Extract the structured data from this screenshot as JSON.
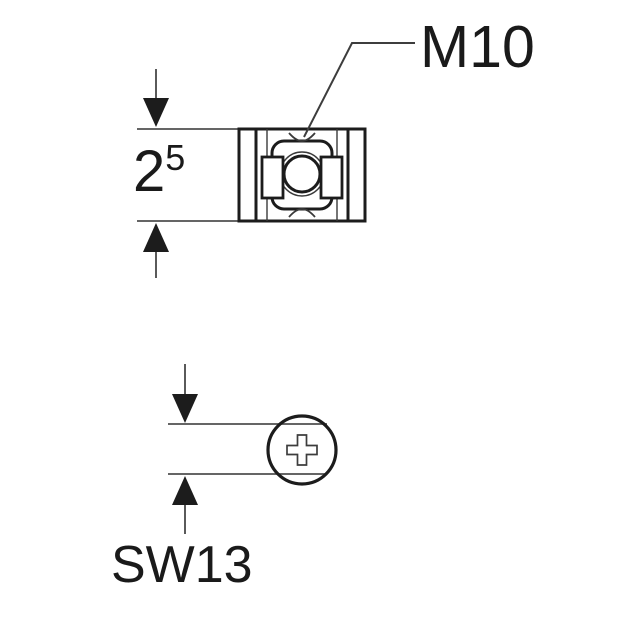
{
  "diagram": {
    "type": "technical-drawing",
    "views": {
      "top_view": {
        "description": "slide nut plan view with threaded hole",
        "thread_label": "M10",
        "height_dimension": {
          "value": "2",
          "superscript": "5"
        }
      },
      "front_view": {
        "description": "screw head front view with phillips cross",
        "wrench_size_label": "SW13"
      }
    },
    "colors": {
      "line": "#1c1c1c",
      "thin_line": "#3a3a3a",
      "dim_line": "#4f4f4f",
      "text": "#1a1a1a",
      "background": "#ffffff"
    }
  }
}
